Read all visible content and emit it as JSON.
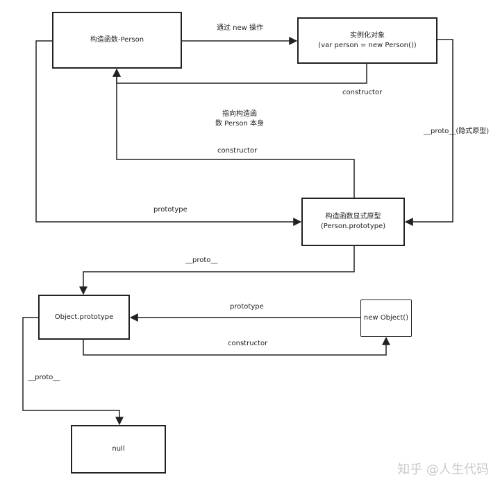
{
  "nodes": {
    "person_ctor": {
      "label": "构造函数-Person"
    },
    "instance": {
      "line1": "实例化对象",
      "line2": "(var person = new Person())"
    },
    "person_proto": {
      "line1": "构造函数显式原型",
      "line2": "(Person.prototype)"
    },
    "object_proto": {
      "label": "Object.prototype"
    },
    "new_object": {
      "label": "new Object()"
    },
    "null_node": {
      "label": "null"
    }
  },
  "edges": {
    "via_new": "通过 new 操作",
    "instance_constructor": "constructor",
    "hidden_proto": "__proto__(隐式原型)",
    "points_to_line1": "指向构造函",
    "points_to_line2": "数 Person 本身",
    "proto_constructor": "constructor",
    "prototype": "prototype",
    "person_proto_proto": "__proto__",
    "object_prototype": "prototype",
    "object_constructor": "constructor",
    "object_proto_proto": "__proto__"
  },
  "watermark": "知乎 @人生代码"
}
